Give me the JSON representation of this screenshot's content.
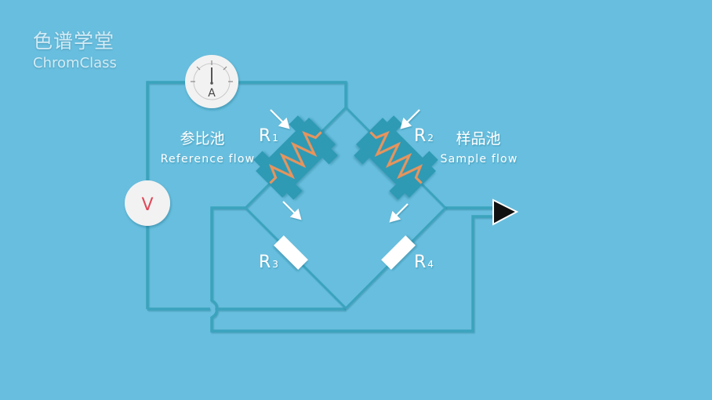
{
  "logo": {
    "cn": "色谱学堂",
    "en": "ChromClass"
  },
  "meters": {
    "ammeter": {
      "symbol": "A",
      "icon": "ammeter-gauge-icon"
    },
    "voltmeter": {
      "symbol": "V",
      "icon": "voltmeter-icon"
    }
  },
  "resistors": {
    "r1": {
      "letter": "R",
      "sub": "1"
    },
    "r2": {
      "letter": "R",
      "sub": "2"
    },
    "r3": {
      "letter": "R",
      "sub": "3"
    },
    "r4": {
      "letter": "R",
      "sub": "4"
    }
  },
  "cells": {
    "reference": {
      "cn": "参比池",
      "en": "Reference flow"
    },
    "sample": {
      "cn": "样品池",
      "en": "Sample flow"
    }
  },
  "output": {
    "icon": "output-arrow-icon"
  },
  "colors": {
    "background": "#68bede",
    "wire": "#3ba3bd",
    "cell_body": "#2f9ab4",
    "heating_coil": "#e8945a",
    "meter_face": "#f2f2f2",
    "voltmeter_symbol": "#e0485a",
    "resistor_fixed": "#ffffff",
    "output_arrow": "#111111"
  }
}
